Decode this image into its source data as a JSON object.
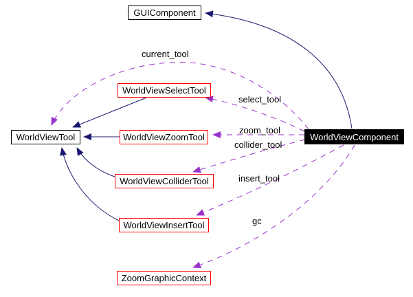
{
  "diagram": {
    "type": "collaboration-graph",
    "background_color": "#ffffff",
    "colors": {
      "inheritance_edge": "#191970",
      "usage_edge": "#9a32cd",
      "node_border": "#000000",
      "truncated_node_border": "#ff0000",
      "current_node_background": "#000000",
      "current_node_text": "#ffffff"
    },
    "nodes": [
      {
        "label": "GUIComponent",
        "style": "plain"
      },
      {
        "label": "WorldViewTool",
        "style": "plain"
      },
      {
        "label": "WorldViewSelectTool",
        "style": "truncated"
      },
      {
        "label": "WorldViewZoomTool",
        "style": "truncated"
      },
      {
        "label": "WorldViewColliderTool",
        "style": "truncated"
      },
      {
        "label": "WorldViewInsertTool",
        "style": "truncated"
      },
      {
        "label": "ZoomGraphicContext",
        "style": "truncated"
      },
      {
        "label": "WorldViewComponent",
        "style": "current"
      }
    ],
    "edges": [
      {
        "from": "WorldViewComponent",
        "to": "GUIComponent",
        "kind": "inheritance",
        "label": ""
      },
      {
        "from": "WorldViewSelectTool",
        "to": "WorldViewTool",
        "kind": "inheritance",
        "label": ""
      },
      {
        "from": "WorldViewZoomTool",
        "to": "WorldViewTool",
        "kind": "inheritance",
        "label": ""
      },
      {
        "from": "WorldViewColliderTool",
        "to": "WorldViewTool",
        "kind": "inheritance",
        "label": ""
      },
      {
        "from": "WorldViewInsertTool",
        "to": "WorldViewTool",
        "kind": "inheritance",
        "label": ""
      },
      {
        "from": "WorldViewComponent",
        "to": "WorldViewTool",
        "kind": "usage",
        "label": "current_tool"
      },
      {
        "from": "WorldViewComponent",
        "to": "WorldViewSelectTool",
        "kind": "usage",
        "label": "select_tool"
      },
      {
        "from": "WorldViewComponent",
        "to": "WorldViewZoomTool",
        "kind": "usage",
        "label": "zoom_tool"
      },
      {
        "from": "WorldViewComponent",
        "to": "WorldViewColliderTool",
        "kind": "usage",
        "label": "collider_tool"
      },
      {
        "from": "WorldViewComponent",
        "to": "WorldViewInsertTool",
        "kind": "usage",
        "label": "insert_tool"
      },
      {
        "from": "WorldViewComponent",
        "to": "ZoomGraphicContext",
        "kind": "usage",
        "label": "gc"
      }
    ]
  }
}
